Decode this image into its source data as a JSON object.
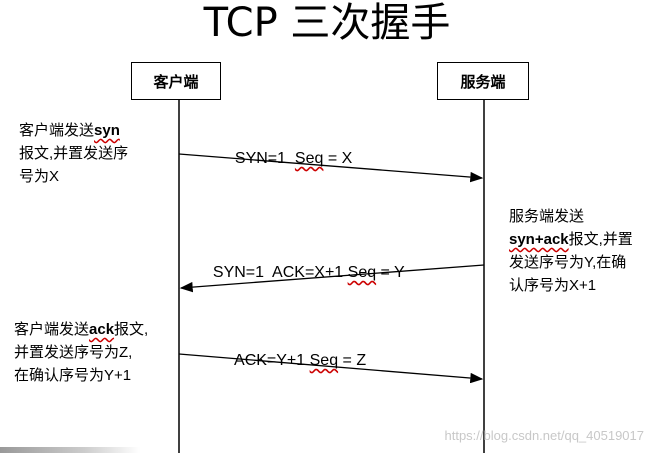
{
  "title": "TCP 三次握手",
  "actors": {
    "client": "客户端",
    "server": "服务端"
  },
  "messages": [
    {
      "pre": "SYN=1  ",
      "u": "Seq",
      "post": " = X"
    },
    {
      "pre": "SYN=1  ACK=X+1 ",
      "u": "Seq",
      "post": " = Y"
    },
    {
      "pre": "ACK=Y+1 ",
      "u": "Seq",
      "post": " = Z"
    }
  ],
  "notes": {
    "client_step1": [
      [
        "客户端发送",
        "syn"
      ],
      [
        "报文,并置发送序",
        ""
      ],
      [
        "号为X",
        ""
      ]
    ],
    "server_step2": [
      [
        "服务端发送",
        ""
      ],
      [
        "",
        "syn+ack",
        "报文,并置"
      ],
      [
        "发送序号为Y,在确",
        ""
      ],
      [
        "认序号为X+1",
        ""
      ]
    ],
    "client_step3": [
      [
        "客户端发送",
        "ack",
        "报文,"
      ],
      [
        "并置发送序号为Z,",
        ""
      ],
      [
        "在确认序号为Y+1",
        ""
      ]
    ]
  },
  "watermark": "https://blog.csdn.net/qq_40519017",
  "colors": {
    "line": "#000000",
    "wavy": "#cc0000",
    "watermark": "#c8c8c8"
  }
}
